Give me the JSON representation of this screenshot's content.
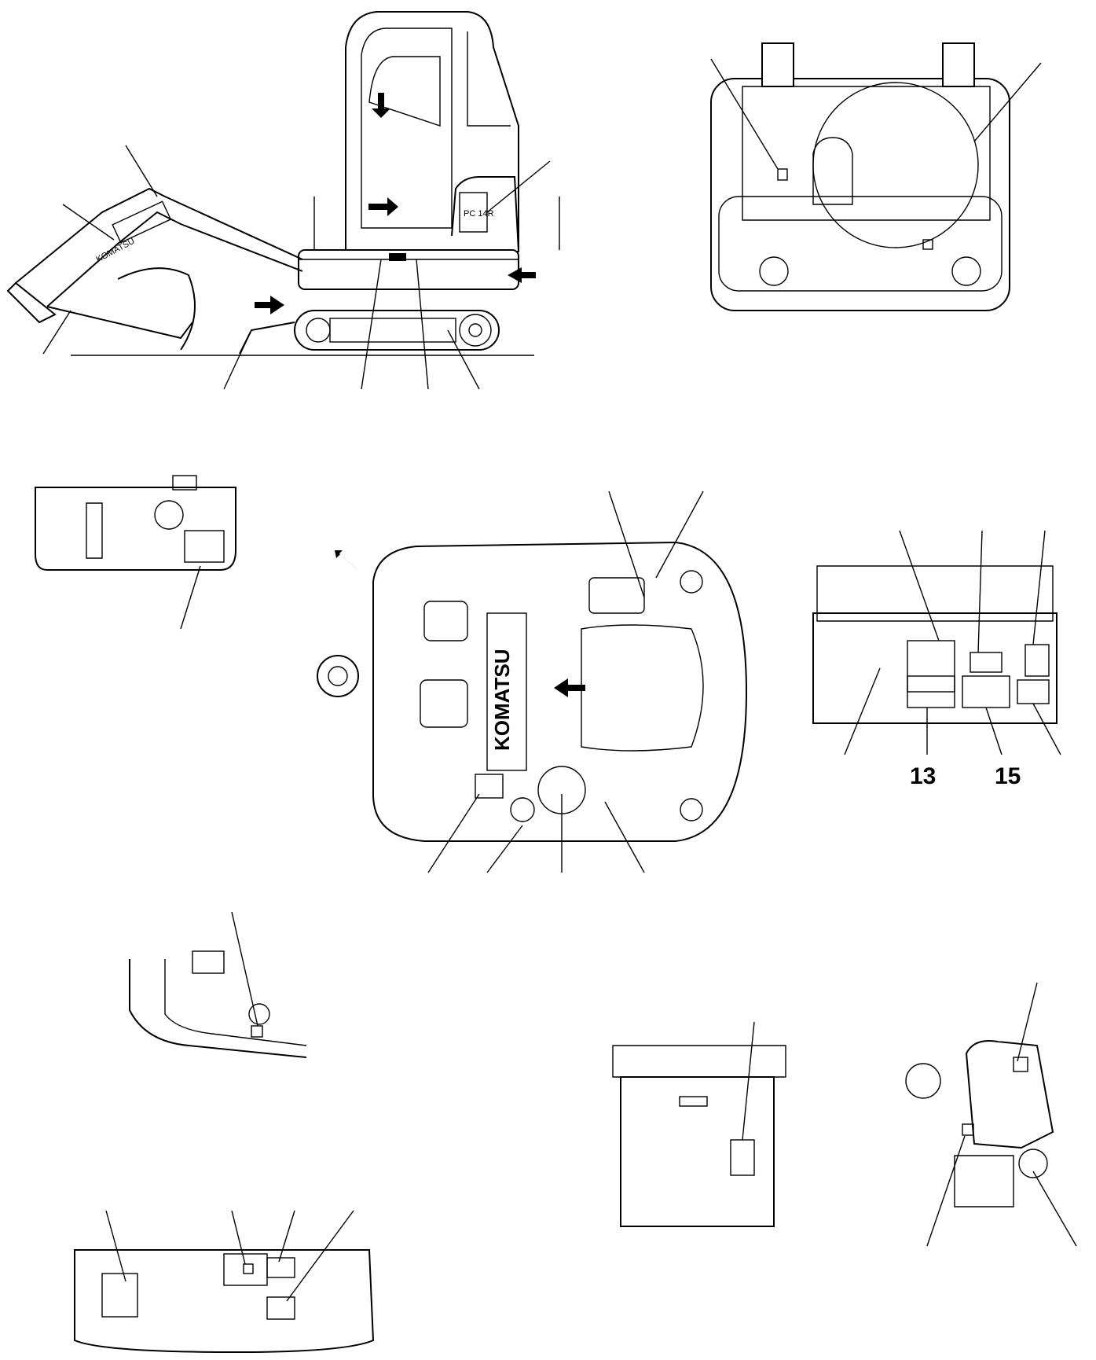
{
  "callout_labels": {
    "label_13": "13",
    "label_15": "15"
  },
  "views": [
    {
      "id": "side-view"
    },
    {
      "id": "rear-view"
    },
    {
      "id": "left-cover-view"
    },
    {
      "id": "top-view"
    },
    {
      "id": "front-panel-view"
    },
    {
      "id": "bottom-left-detail"
    },
    {
      "id": "lower-panel-view"
    },
    {
      "id": "engine-view"
    },
    {
      "id": "bottom-frame-view"
    }
  ],
  "brand_marks": {
    "boom": "KOMATSU",
    "cab_model": "PC 14R",
    "top_cover": "KOMATSU"
  }
}
